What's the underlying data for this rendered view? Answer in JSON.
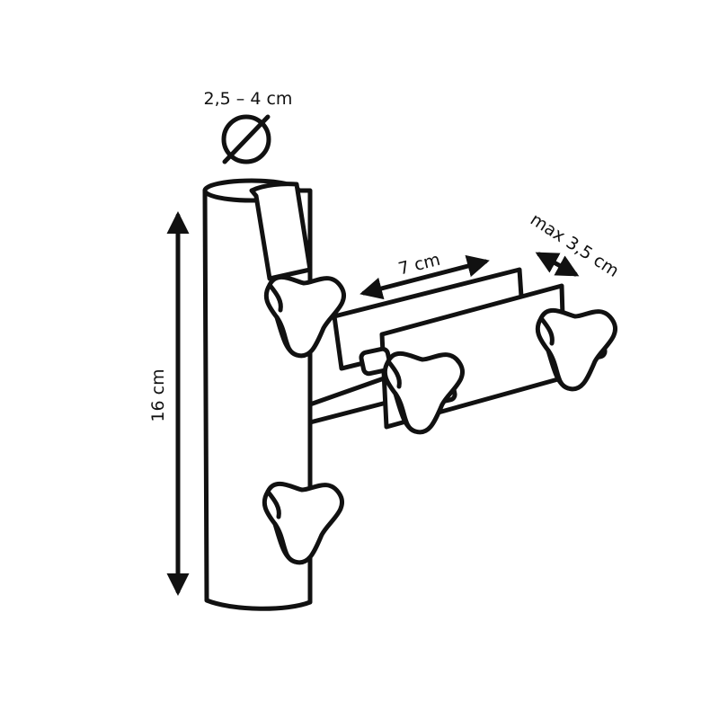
{
  "diagram": {
    "diameter_label": "2,5 – 4 cm",
    "height_label": "16 cm",
    "arm_length_label": "7 cm",
    "clamp_width_label": "max 3,5 cm",
    "line_color": "#111111"
  }
}
